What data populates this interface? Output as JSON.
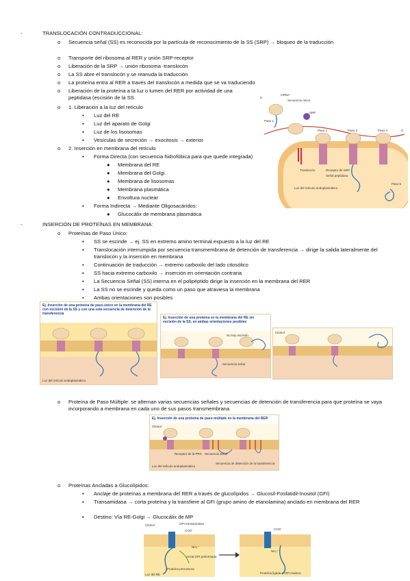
{
  "sections": [
    {
      "title": "TRANSLOCACIÓN CONTRADUCCIONAL:",
      "items": [
        "Secuencia señal (SS) es reconocida por la partícula de reconocimiento de la SS (SRP) → bloqueo de la traducción",
        "Transporte del ribosoma al RER y unión SRP-receptor",
        "Liberación de la SRP → unión ribosoma -translocón",
        "La SS abre el translocón y se reanuda la traducción",
        "La proteína entra al RER a través del translocón a medida que se va traduciendo",
        "Liberación de la proteína a la luz o lumen del RER por actividad de una peptidasa (escisión de la SS",
        "1. Liberación a la luz del retículo",
        "2. Inserción en membrana del retículo"
      ],
      "sub1": [
        "Luz del RE",
        "Luz del aparato de Golgi",
        "Luz de los lisosomas",
        "Vesículas de secreción → exocitosis → exterior"
      ],
      "sub2_direct": "Forma Directa (con secuencia hidrofóbica para que quede integrada)",
      "sub2_direct_items": [
        "Membrana del RE",
        "Membrana del Golgi.",
        "Membrana de lisosomas",
        "Membrana plasmática",
        "Envoltura nuclear"
      ],
      "sub2_indirect": "Forma Indirecta → Mediante Oligosacáridos:",
      "sub2_indirect_items": [
        "Glucocálix de membrana plasmática"
      ]
    },
    {
      "title": "INSERCIÓN DE PROTEÍNAS EN MEMBRANA:",
      "paso_unico": "Proteínas de Paso Único:",
      "paso_unico_items": [
        "SS se escinde → ej. SS en extremo amino terminal expuesto a la luz del RE",
        "Translocación interrumpida por secuencia transmembrana de detención de transferencia → dirige la salida lateralmente del translocón y la inserción en membrana",
        "Continuación de traducción → extremo carboxilo del lado citosólico",
        "SS hacia extremo carboxilo → inserción en orientación contraria",
        "La Secuencia Señal (SS) interna en el polipéptido dirige la inserción en la membrana del RER",
        "La SS no se escinde y queda como un paso que atraviesa la membrana",
        "Ambas orientaciones son posibles"
      ],
      "paso_multiple": "Proteína de Paso Múltiple: se alternan varias secuencias señales y secuencias de detención de transferencia para que proteína se vaya incorporando a membrana en cada uno de sus pasos transmembrana",
      "glucolipidos": "Proteínas Ancladas a Glucolípidos:",
      "glucolipidos_items": [
        "Anclaje de proteínas a membrana del RER a través de glucolípidos → Glucosil-Fosfatidil-Inositol (GFI)",
        "Transamidasa → corta proteína y la transfiere al GFI (grupo amino de etanolamina) anclado en membrana del RER",
        "Destino: Vía RE-Golgi → Glucocálix de MP"
      ]
    }
  ],
  "figures": {
    "fig1_title": "Ej. Inserción de una proteína de paso único en la membrana del RE con escisión de la SS y con una sola secuencia de detención de la transferencia",
    "fig2_title": "Ej. Inserción de una proteína en la membrana del RE sin escisión de la SS, en ambas orientaciones posibles",
    "fig4_title": "Ej. Inserción de una proteína de paso múltiple en la membrana del RER",
    "top_labels": [
      "5'",
      "3'",
      "SRP",
      "Paso 1",
      "Paso 2",
      "Paso 3",
      "Paso 4",
      "Paso 5",
      "Translocón",
      "Receptor de SRP",
      "Señal peptidasa",
      "Luz del retículo endoplasmático",
      "mRNA",
      "Secuencia única"
    ],
    "membrane_labels": [
      "Citosol",
      "Luz del retículo endoplasmático",
      "Secuencia señal",
      "Secuencia de detención de la transferencia",
      "No hay escisión",
      "Receptor de la PRS"
    ],
    "gpi_labels": [
      "Citosol",
      "GPI transamidasa",
      "COO⁻",
      "NH₃⁺",
      "Ancla GPI preformada",
      "Proteína precursora",
      "Luz del RE",
      "Proteína ligada a GPI madura"
    ]
  },
  "colors": {
    "bullet": "#222222",
    "title_blue": "#1c3f8a",
    "membrane": "#e8c078",
    "cytosol": "#fbe6a6",
    "er_lumen": "#f6d6b8"
  }
}
